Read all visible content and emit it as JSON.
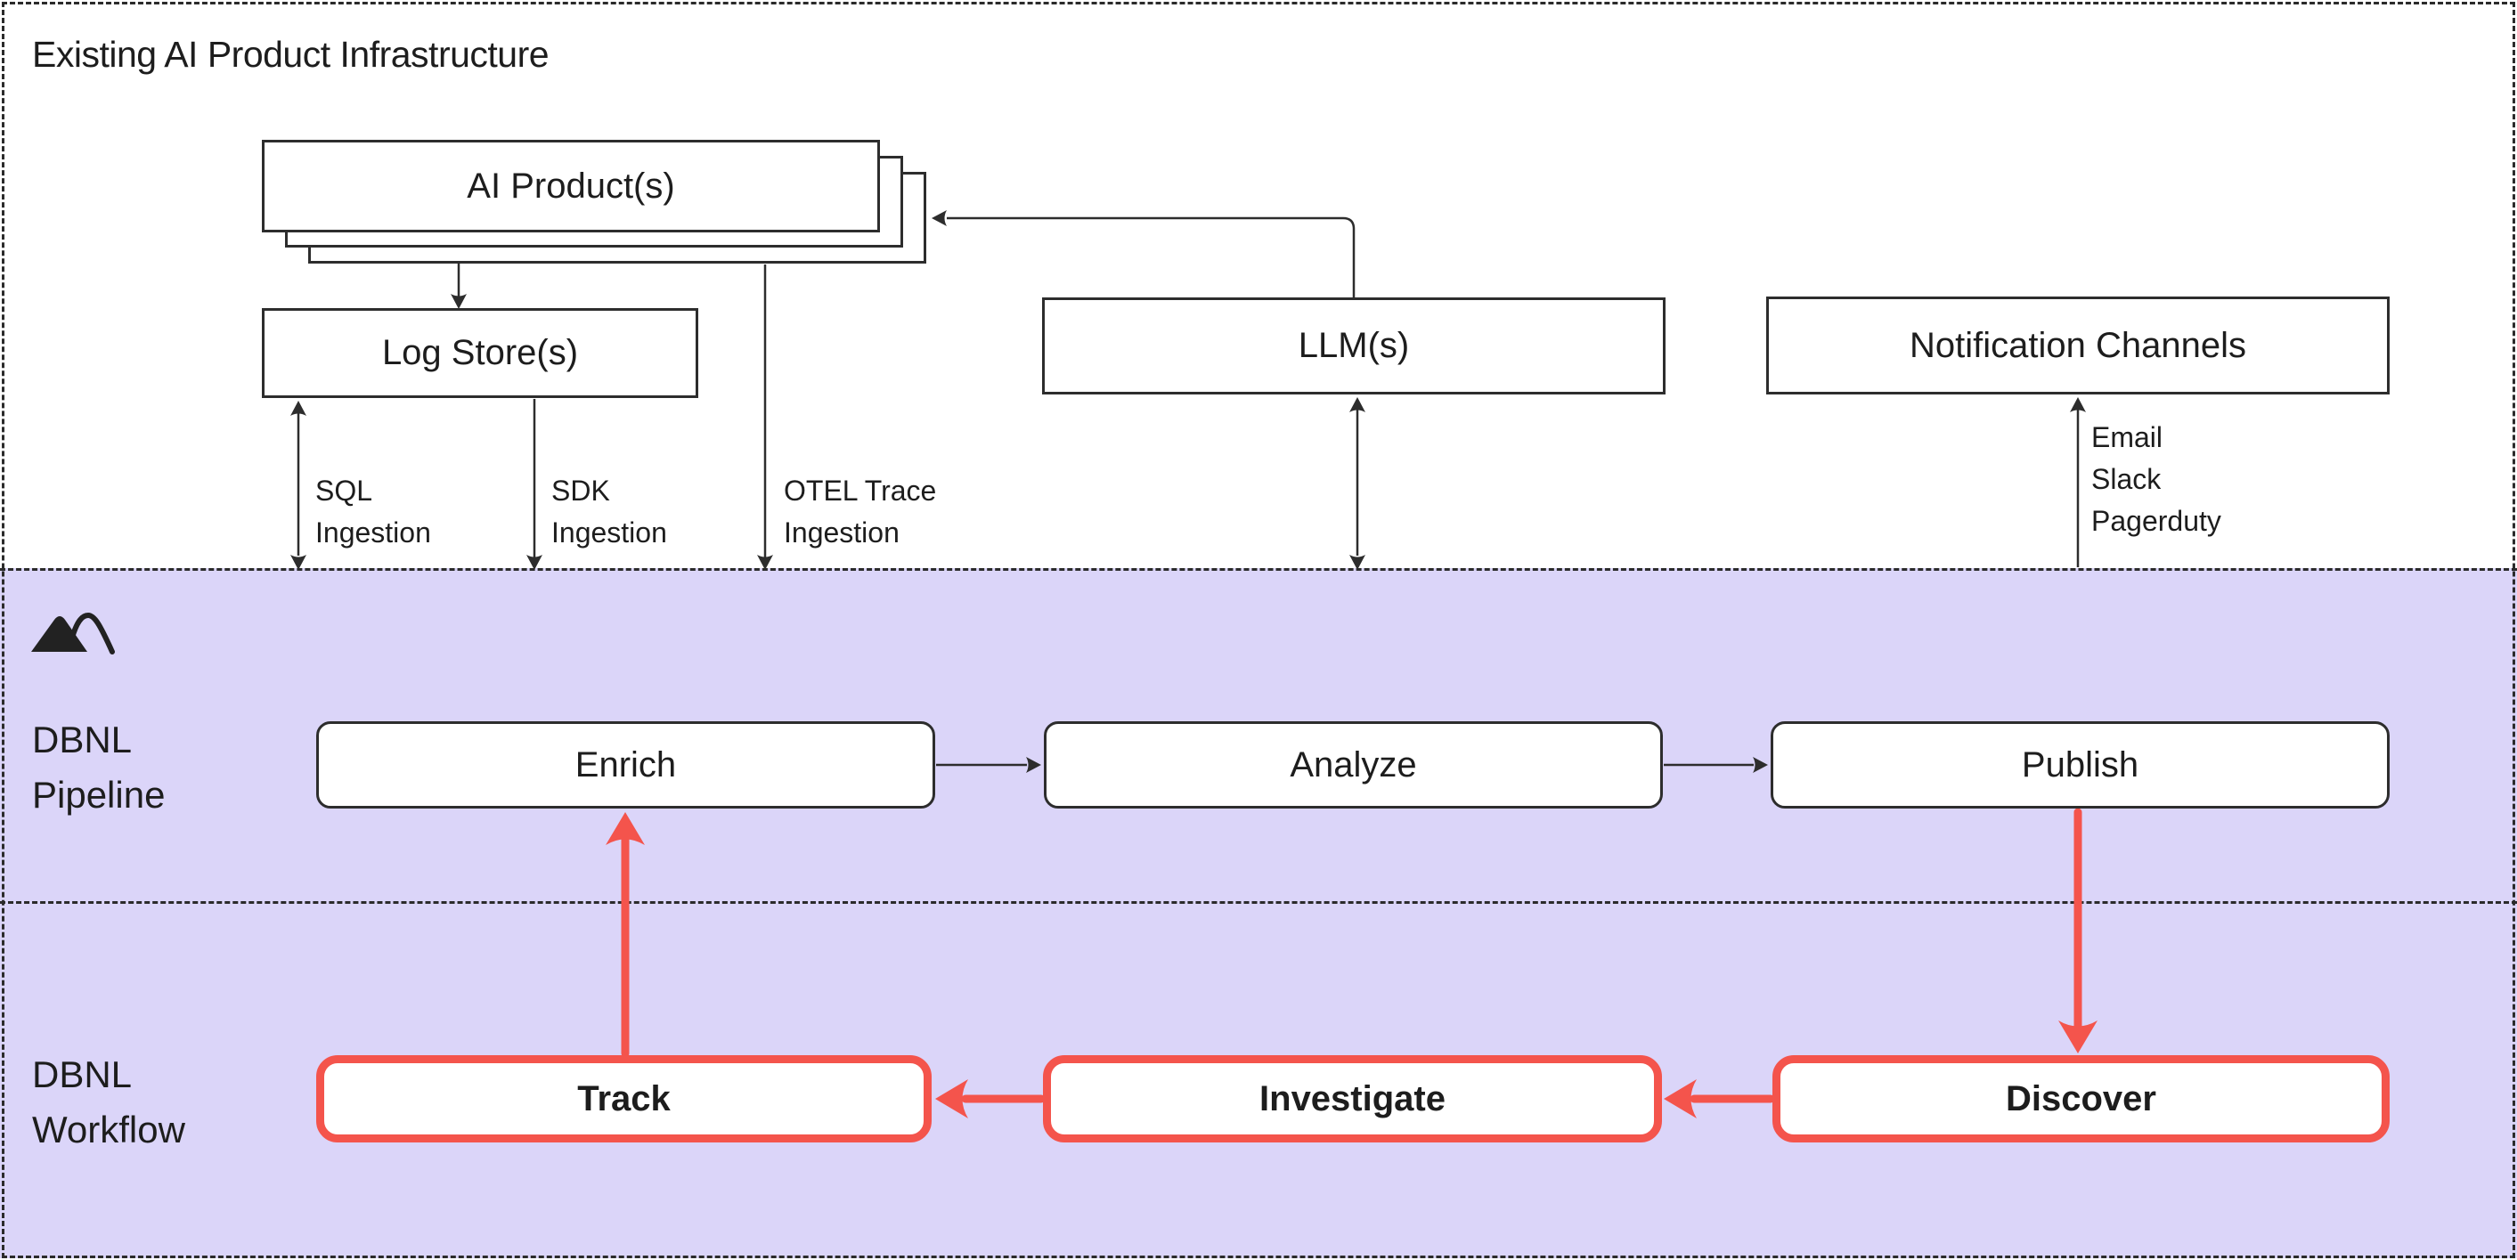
{
  "colors": {
    "background": "#ffffff",
    "section_background": "#dbd5f9",
    "stroke": "#2d2d2d",
    "text": "#1d1d1d",
    "accent_red": "#f4544c",
    "node_fill": "#ffffff"
  },
  "infrastructure": {
    "title": "Existing AI Product Infrastructure",
    "nodes": {
      "ai_products": "AI Product(s)",
      "log_stores": "Log Store(s)",
      "llms": "LLM(s)",
      "notification_channels": "Notification Channels"
    },
    "edge_labels": {
      "sql": "SQL\nIngestion",
      "sdk": "SDK\nIngestion",
      "otel": "OTEL Trace\nIngestion",
      "channels": "Email\nSlack\nPagerduty"
    }
  },
  "pipeline": {
    "label": "DBNL\nPipeline",
    "logo": "dbnl-mountain-logo",
    "stages": [
      "Enrich",
      "Analyze",
      "Publish"
    ]
  },
  "workflow": {
    "label": "DBNL\nWorkflow",
    "stages": [
      "Track",
      "Investigate",
      "Discover"
    ]
  }
}
